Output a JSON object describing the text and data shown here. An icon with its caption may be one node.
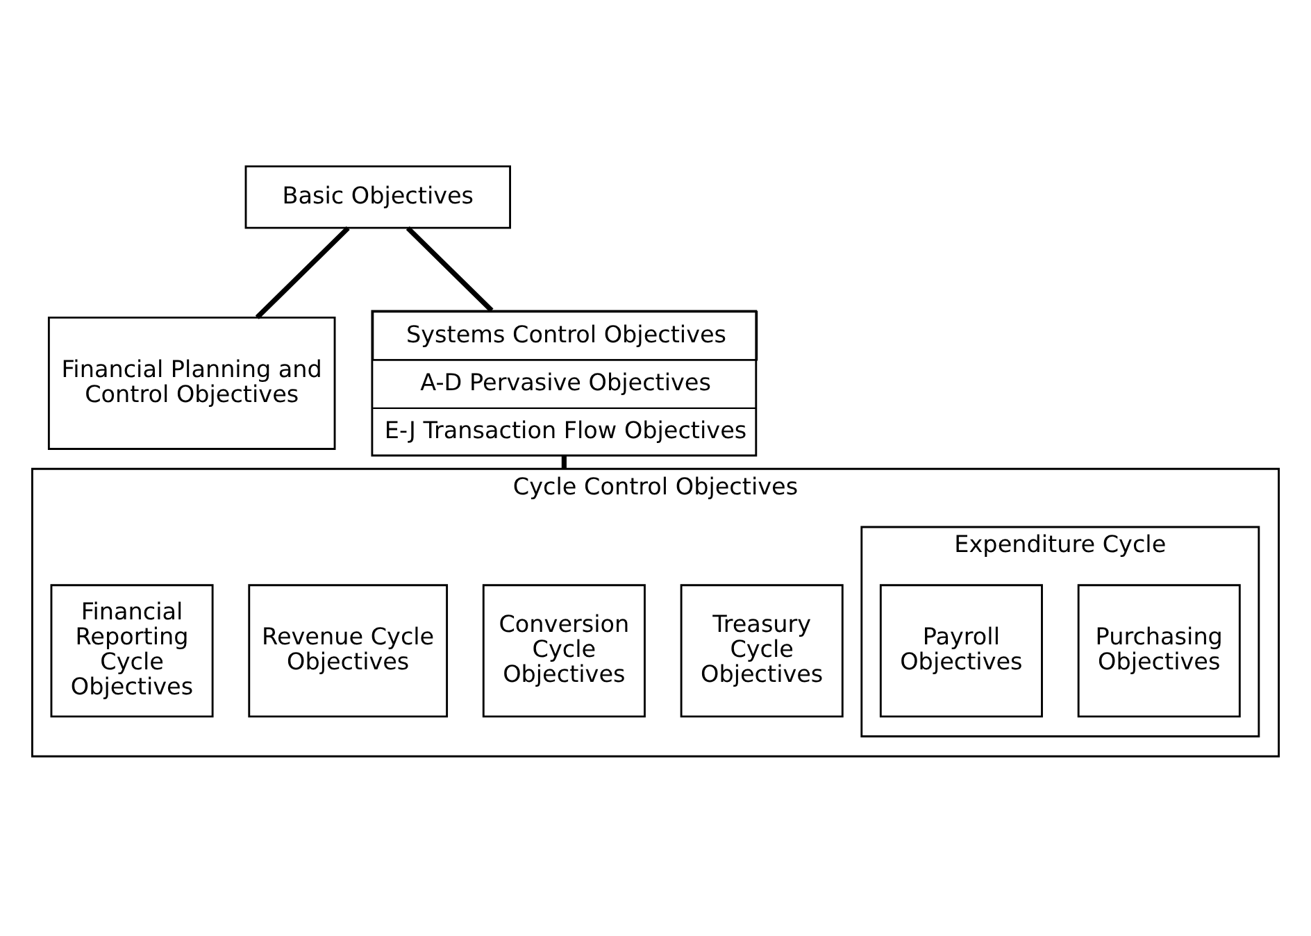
{
  "diagram": {
    "nodes": [
      {
        "text": [
          "Basic Objectives"
        ]
      },
      {
        "text": [
          "Financial Planning and Control Objectives"
        ]
      },
      {
        "text": [
          "Systems Control Objectives",
          "A-D Pervasive Objectives",
          "E-J Transaction Flow Objectives"
        ]
      },
      {
        "text": [
          "Cycle Control Objectives"
        ]
      },
      {
        "text": [
          "Treasury Cycle Objectives"
        ],
        "in": 3
      },
      {
        "text": [
          "Expenditure Cycle"
        ],
        "in": 3
      },
      {
        "text": [
          "Purchasing Objectives"
        ],
        "in": 5
      },
      {
        "text": [
          "Payroll Objectives"
        ],
        "in": 5
      },
      {
        "text": [
          "Conversion Cycle Objectives"
        ],
        "in": 3
      },
      {
        "text": [
          "Revenue Cycle Objectives"
        ],
        "in": 3
      },
      {
        "text": [
          "Financial Reporting Cycle Objectives"
        ],
        "in": 3
      }
    ],
    "edges": [
      {
        "from": 0,
        "to": 1,
        "arrow": "none"
      },
      {
        "from": 0,
        "to": 2,
        "arrow": "none"
      },
      {
        "from": 2,
        "to": 3,
        "arrow": "none"
      }
    ]
  }
}
